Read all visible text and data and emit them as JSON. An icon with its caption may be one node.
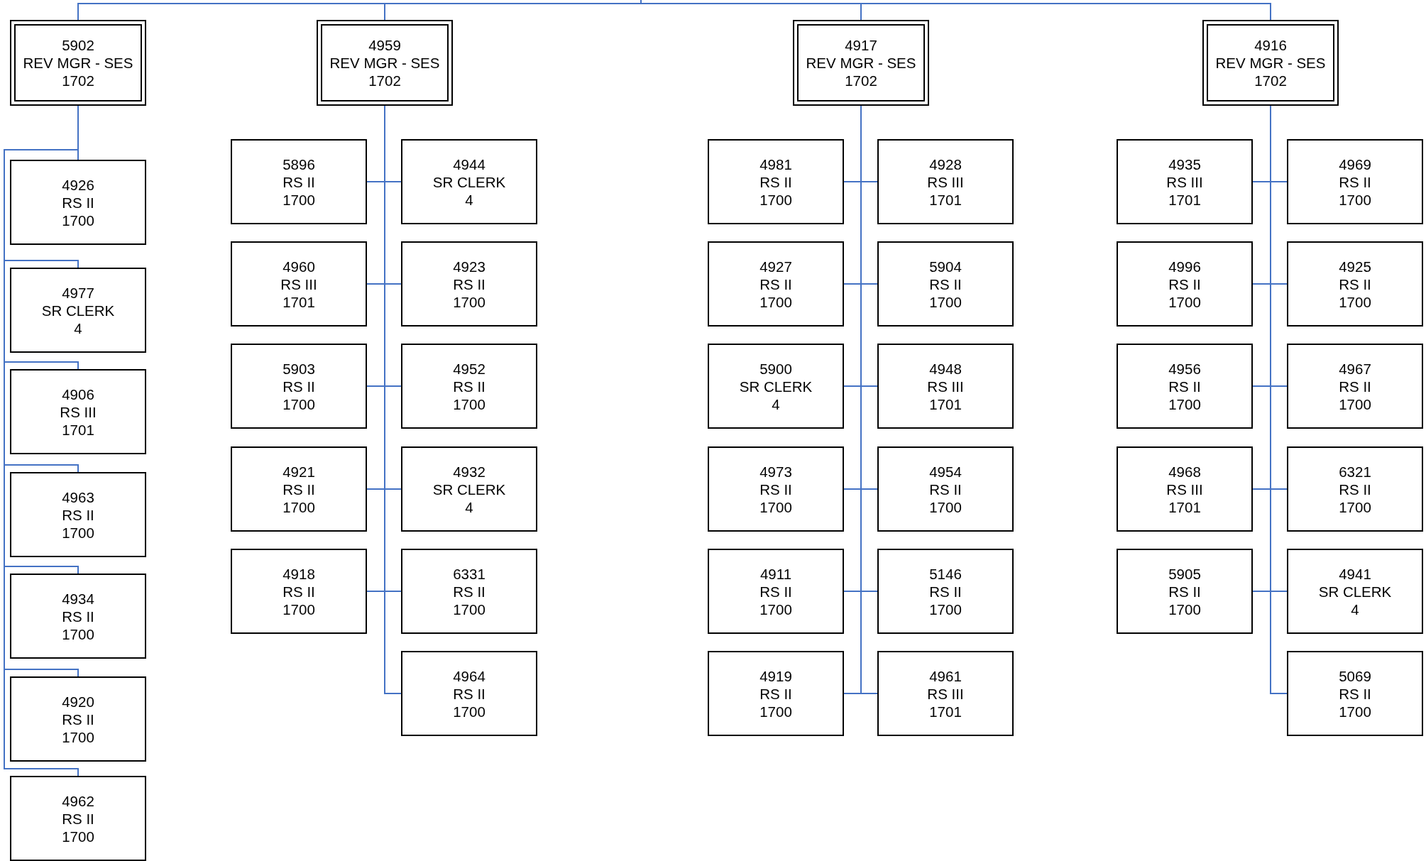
{
  "diagram": {
    "nodes": [
      {
        "text": [
          "5902",
          "REV MGR - SES",
          "1702"
        ]
      },
      {
        "text": [
          "4926",
          "RS II",
          "1700"
        ]
      },
      {
        "text": [
          "4977",
          "SR CLERK",
          "4"
        ]
      },
      {
        "text": [
          "4906",
          "RS III",
          "1701"
        ]
      },
      {
        "text": [
          "4963",
          "RS II",
          "1700"
        ]
      },
      {
        "text": [
          "4934",
          "RS II",
          "1700"
        ]
      },
      {
        "text": [
          "4920",
          "RS II",
          "1700"
        ]
      },
      {
        "text": [
          "4962",
          "RS II",
          "1700"
        ]
      },
      {
        "text": [
          "4959",
          "REV MGR - SES",
          "1702"
        ]
      },
      {
        "text": [
          "5896",
          "RS II",
          "1700"
        ]
      },
      {
        "text": [
          "4944",
          "SR CLERK",
          "4"
        ]
      },
      {
        "text": [
          "4960",
          "RS III",
          "1701"
        ]
      },
      {
        "text": [
          "4923",
          "RS II",
          "1700"
        ]
      },
      {
        "text": [
          "5903",
          "RS II",
          "1700"
        ]
      },
      {
        "text": [
          "4952",
          "RS II",
          "1700"
        ]
      },
      {
        "text": [
          "4921",
          "RS II",
          "1700"
        ]
      },
      {
        "text": [
          "4932",
          "SR CLERK",
          "4"
        ]
      },
      {
        "text": [
          "4918",
          "RS II",
          "1700"
        ]
      },
      {
        "text": [
          "6331",
          "RS II",
          "1700"
        ]
      },
      {
        "text": [
          "4964",
          "RS II",
          "1700"
        ]
      },
      {
        "text": [
          "4917",
          "REV MGR - SES",
          "1702"
        ]
      },
      {
        "text": [
          "4981",
          "RS II",
          "1700"
        ]
      },
      {
        "text": [
          "4928",
          "RS III",
          "1701"
        ]
      },
      {
        "text": [
          "4927",
          "RS II",
          "1700"
        ]
      },
      {
        "text": [
          "5904",
          "RS II",
          "1700"
        ]
      },
      {
        "text": [
          "5900",
          "SR CLERK",
          "4"
        ]
      },
      {
        "text": [
          "4948",
          "RS III",
          "1701"
        ]
      },
      {
        "text": [
          "4973",
          "RS II",
          "1700"
        ]
      },
      {
        "text": [
          "4954",
          "RS II",
          "1700"
        ]
      },
      {
        "text": [
          "4911",
          "RS II",
          "1700"
        ]
      },
      {
        "text": [
          "5146",
          "RS II",
          "1700"
        ]
      },
      {
        "text": [
          "4919",
          "RS II",
          "1700"
        ]
      },
      {
        "text": [
          "4961",
          "RS III",
          "1701"
        ]
      },
      {
        "text": [
          "4916",
          "REV MGR - SES",
          "1702"
        ]
      },
      {
        "text": [
          "4935",
          "RS III",
          "1701"
        ]
      },
      {
        "text": [
          "4969",
          "RS II",
          "1700"
        ]
      },
      {
        "text": [
          "4996",
          "RS II",
          "1700"
        ]
      },
      {
        "text": [
          "4925",
          "RS II",
          "1700"
        ]
      },
      {
        "text": [
          "4956",
          "RS II",
          "1700"
        ]
      },
      {
        "text": [
          "4967",
          "RS II",
          "1700"
        ]
      },
      {
        "text": [
          "4968",
          "RS III",
          "1701"
        ]
      },
      {
        "text": [
          "6321",
          "RS II",
          "1700"
        ]
      },
      {
        "text": [
          "5905",
          "RS II",
          "1700"
        ]
      },
      {
        "text": [
          "4941",
          "SR CLERK",
          "4"
        ]
      },
      {
        "text": [
          "5069",
          "RS II",
          "1700"
        ]
      }
    ],
    "edges": [
      {
        "from": null,
        "to": 0,
        "arrow": "none"
      },
      {
        "from": null,
        "to": 8,
        "arrow": "none"
      },
      {
        "from": null,
        "to": 20,
        "arrow": "none"
      },
      {
        "from": null,
        "to": 33,
        "arrow": "none"
      },
      {
        "from": 0,
        "to": 1,
        "arrow": "none"
      },
      {
        "from": 0,
        "to": 2,
        "arrow": "none"
      },
      {
        "from": 0,
        "to": 3,
        "arrow": "none"
      },
      {
        "from": 0,
        "to": 4,
        "arrow": "none"
      },
      {
        "from": 0,
        "to": 5,
        "arrow": "none"
      },
      {
        "from": 0,
        "to": 6,
        "arrow": "none"
      },
      {
        "from": 0,
        "to": 7,
        "arrow": "none"
      },
      {
        "from": 8,
        "to": 9,
        "arrow": "none"
      },
      {
        "from": 8,
        "to": 10,
        "arrow": "none"
      },
      {
        "from": 8,
        "to": 11,
        "arrow": "none"
      },
      {
        "from": 8,
        "to": 12,
        "arrow": "none"
      },
      {
        "from": 8,
        "to": 13,
        "arrow": "none"
      },
      {
        "from": 8,
        "to": 14,
        "arrow": "none"
      },
      {
        "from": 8,
        "to": 15,
        "arrow": "none"
      },
      {
        "from": 8,
        "to": 16,
        "arrow": "none"
      },
      {
        "from": 8,
        "to": 17,
        "arrow": "none"
      },
      {
        "from": 8,
        "to": 18,
        "arrow": "none"
      },
      {
        "from": 8,
        "to": 19,
        "arrow": "none"
      },
      {
        "from": 20,
        "to": 21,
        "arrow": "none"
      },
      {
        "from": 20,
        "to": 22,
        "arrow": "none"
      },
      {
        "from": 20,
        "to": 23,
        "arrow": "none"
      },
      {
        "from": 20,
        "to": 24,
        "arrow": "none"
      },
      {
        "from": 20,
        "to": 25,
        "arrow": "none"
      },
      {
        "from": 20,
        "to": 26,
        "arrow": "none"
      },
      {
        "from": 20,
        "to": 27,
        "arrow": "none"
      },
      {
        "from": 20,
        "to": 28,
        "arrow": "none"
      },
      {
        "from": 20,
        "to": 29,
        "arrow": "none"
      },
      {
        "from": 20,
        "to": 30,
        "arrow": "none"
      },
      {
        "from": 20,
        "to": 31,
        "arrow": "none"
      },
      {
        "from": 20,
        "to": 32,
        "arrow": "none"
      },
      {
        "from": 33,
        "to": 34,
        "arrow": "none"
      },
      {
        "from": 33,
        "to": 35,
        "arrow": "none"
      },
      {
        "from": 33,
        "to": 36,
        "arrow": "none"
      },
      {
        "from": 33,
        "to": 37,
        "arrow": "none"
      },
      {
        "from": 33,
        "to": 38,
        "arrow": "none"
      },
      {
        "from": 33,
        "to": 39,
        "arrow": "none"
      },
      {
        "from": 33,
        "to": 40,
        "arrow": "none"
      },
      {
        "from": 33,
        "to": 41,
        "arrow": "none"
      },
      {
        "from": 33,
        "to": 42,
        "arrow": "none"
      },
      {
        "from": 33,
        "to": 43,
        "arrow": "none"
      },
      {
        "from": 33,
        "to": 44,
        "arrow": "none"
      }
    ]
  }
}
